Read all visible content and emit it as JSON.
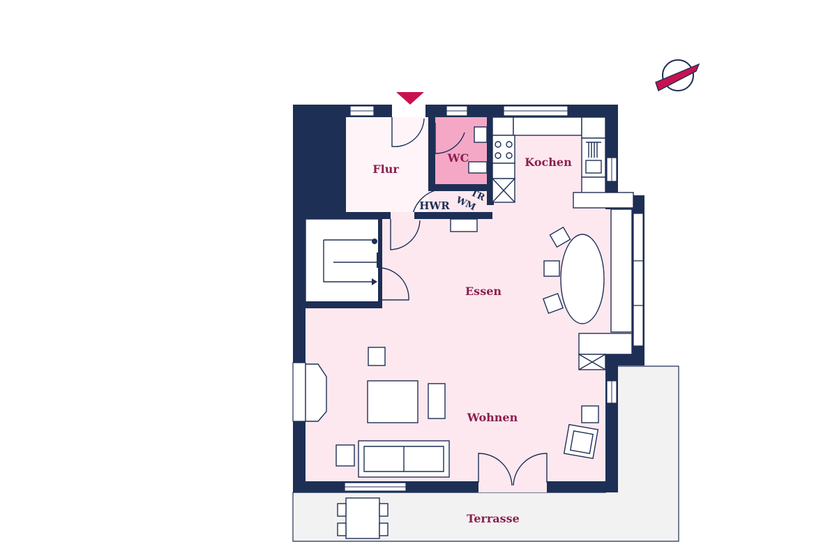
{
  "floorplan": {
    "rooms": [
      {
        "id": "flur",
        "label": "Flur"
      },
      {
        "id": "wc",
        "label": "WC"
      },
      {
        "id": "kochen",
        "label": "Kochen"
      },
      {
        "id": "hwr",
        "label": "HWR"
      },
      {
        "id": "essen",
        "label": "Essen"
      },
      {
        "id": "wohnen",
        "label": "Wohnen"
      },
      {
        "id": "terrasse",
        "label": "Terrasse"
      }
    ],
    "appliances": {
      "washer": "WM",
      "dryer": "TR"
    }
  },
  "colors": {
    "wall": "#1e2f55",
    "floor": "#fde8ef",
    "wc_floor": "#f5a8c6",
    "terrace": "#f2f2f3",
    "label": "#8b1f4e",
    "accent": "#c8124f"
  },
  "icons": {
    "entrance": "entrance-arrow-icon",
    "compass": "compass-icon"
  }
}
